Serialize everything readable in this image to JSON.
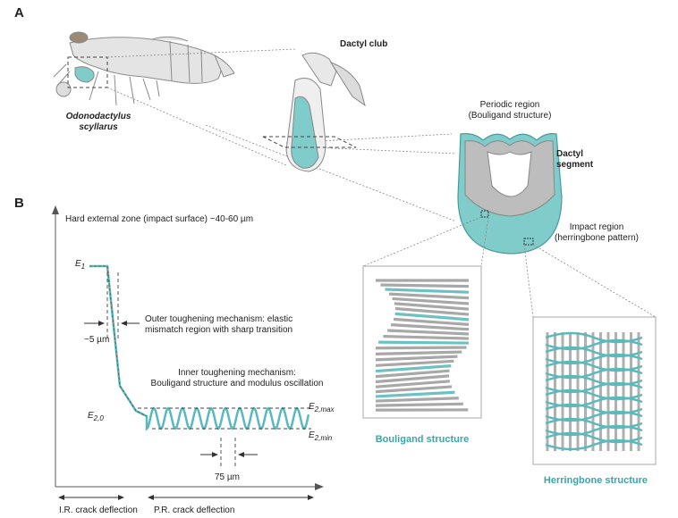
{
  "panels": {
    "a": "A",
    "b": "B"
  },
  "panel_a": {
    "species_line1": "Odonodactylus",
    "species_line2": "scyllarus",
    "dactyl_club": "Dactyl club",
    "periodic_line1": "Periodic region",
    "periodic_line2": "(Bouligand structure)",
    "segment_line1": "Dactyl",
    "segment_line2": "segment",
    "impact_line1": "Impact region",
    "impact_line2": "(herringbone pattern)",
    "bouligand_caption": "Bouligand structure",
    "herringbone_caption": "Herringbone structure"
  },
  "panel_b": {
    "zone_label": "Hard external zone (impact surface) ~40-60 µm",
    "e1": "E",
    "e1_sub": "1",
    "outer_line1": "Outer toughening mechanism: elastic",
    "outer_line2": "mismatch region with sharp transition",
    "width_label": "~5 µm",
    "inner_line1": "Inner toughening mechanism:",
    "inner_line2": "Bouligand structure and modulus oscillation",
    "e20": "E",
    "e20_sub": "2,0",
    "e2max": "E",
    "e2max_sub": "2,max",
    "e2min": "E",
    "e2min_sub": "2,min",
    "period_label": "75 µm",
    "ir_label": "I.R. crack deflection",
    "pr_label": "P.R. crack deflection"
  },
  "colors": {
    "accent": "#5bb9bb",
    "grey": "#b8b8b8",
    "dark": "#333333"
  }
}
